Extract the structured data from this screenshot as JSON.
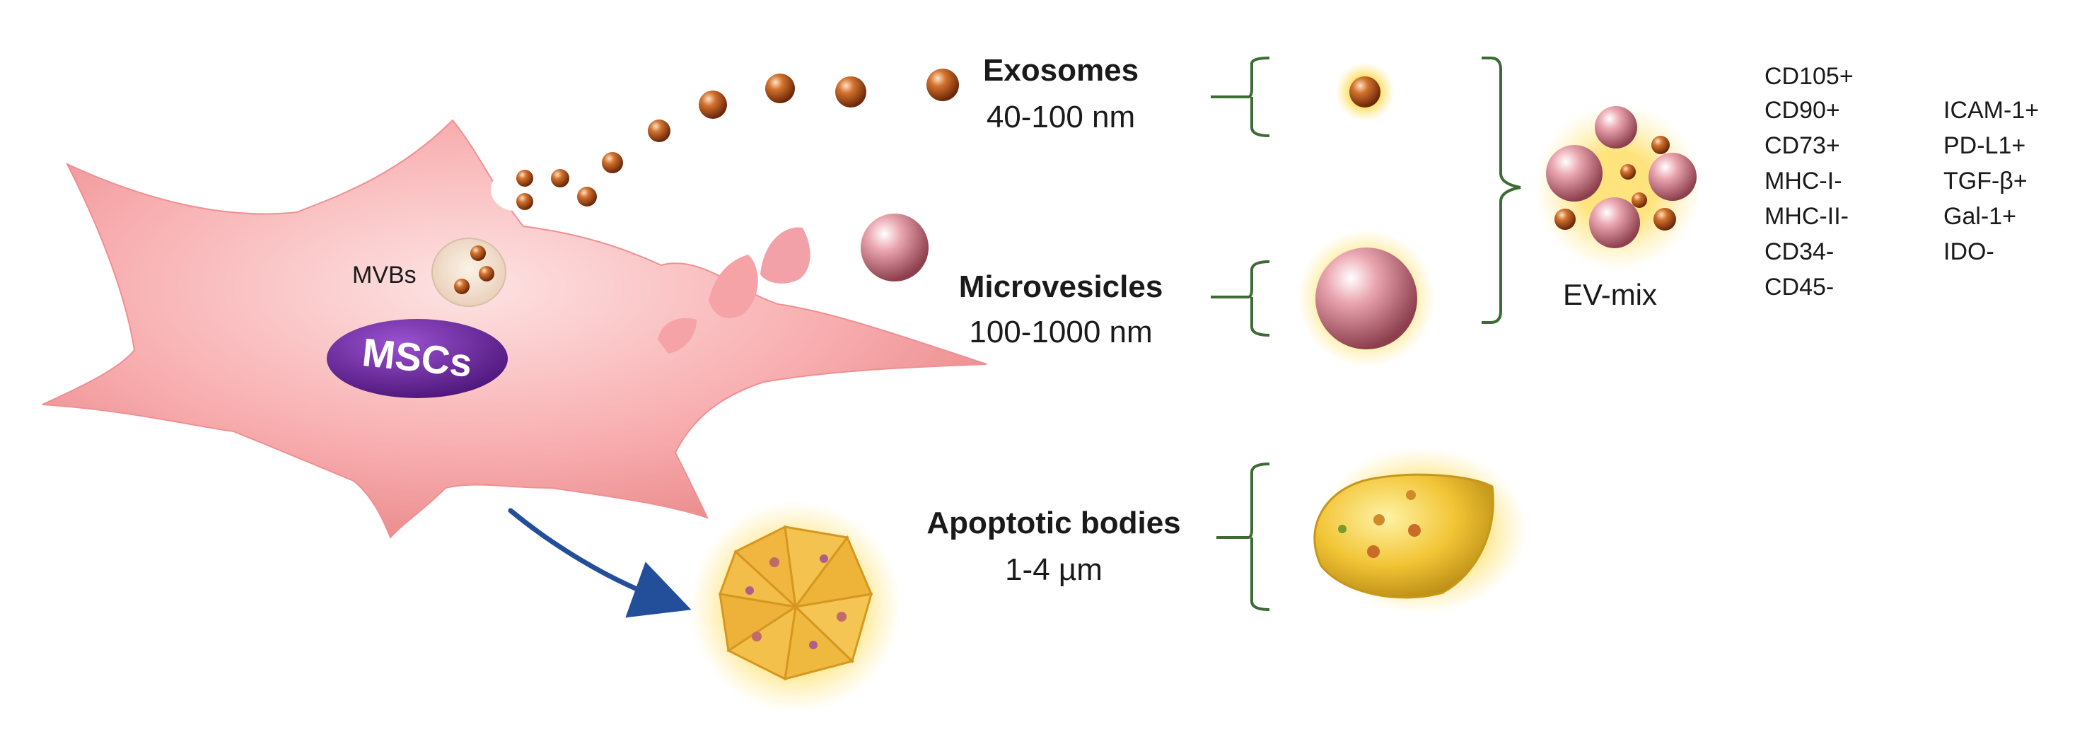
{
  "cell": {
    "label": "MSCs",
    "mvb_label": "MVBs"
  },
  "vesicles": [
    {
      "id": "exosomes",
      "name": "Exosomes",
      "size": "40-100 nm"
    },
    {
      "id": "microvesicles",
      "name": "Microvesicles",
      "size": "100-1000 nm"
    },
    {
      "id": "apoptotic",
      "name": "Apoptotic bodies",
      "size": "1-4 µm"
    }
  ],
  "ev_mix": {
    "label": "EV-mix"
  },
  "markers_col1": [
    "CD105+",
    "CD90+",
    "CD73+",
    "MHC-I-",
    "MHC-II-",
    "CD34-",
    "CD45-"
  ],
  "markers_col2": [
    "ICAM-1+",
    "PD-L1+",
    "TGF-β+",
    "Gal-1+",
    "IDO-"
  ],
  "colors": {
    "cell": "#f7a1a4",
    "msc_badge": "#6b2a9e",
    "exosome": "#b5501b",
    "microvesicle": "#e0808f",
    "apoptotic": "#f2c232",
    "bracket": "#3c6b34",
    "arrow": "#234f9a"
  }
}
